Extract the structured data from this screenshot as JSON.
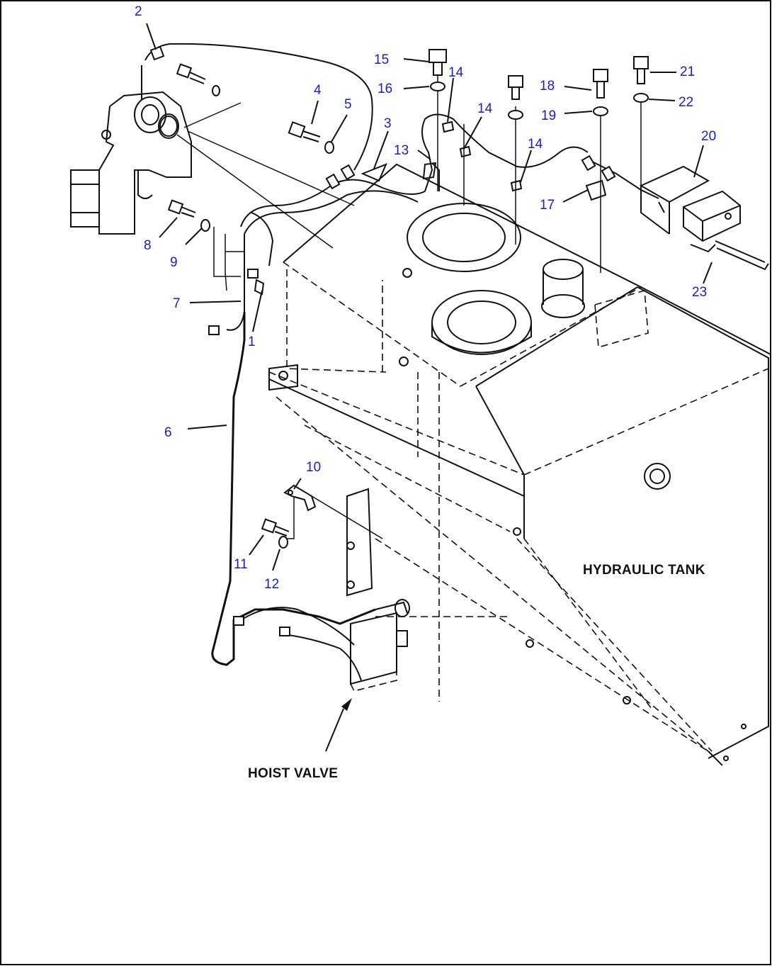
{
  "diagram": {
    "callouts": [
      "1",
      "2",
      "3",
      "4",
      "5",
      "6",
      "7",
      "8",
      "9",
      "10",
      "11",
      "12",
      "13",
      "14",
      "14",
      "14",
      "14",
      "15",
      "16",
      "17",
      "18",
      "19",
      "20",
      "21",
      "22",
      "23"
    ],
    "labels": {
      "hydraulic_tank": "HYDRAULIC TANK",
      "hoist_valve": "HOIST VALVE"
    }
  }
}
